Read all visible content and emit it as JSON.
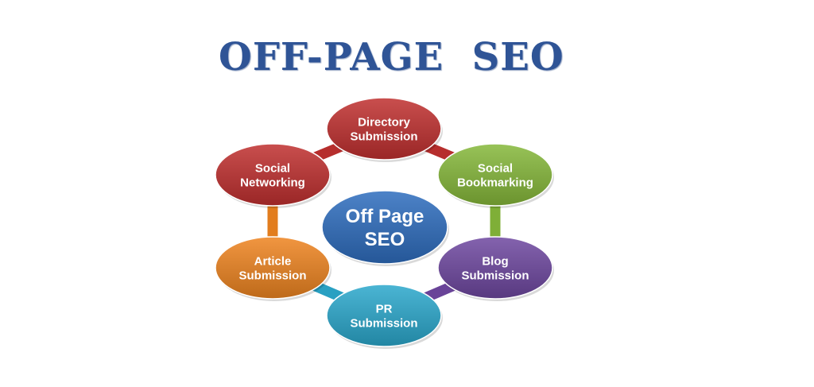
{
  "title": "OFF-PAGE  SEO",
  "center": {
    "line1": "Off Page",
    "line2": "SEO",
    "color": "#2E6DBE"
  },
  "nodes": [
    {
      "line1": "Directory",
      "line2": "Submission",
      "color": "#C0302F"
    },
    {
      "line1": "Social",
      "line2": "Bookmarking",
      "color": "#86B83A"
    },
    {
      "line1": "Blog",
      "line2": "Submission",
      "color": "#6E47A0"
    },
    {
      "line1": "PR",
      "line2": "Submission",
      "color": "#2BA8CC"
    },
    {
      "line1": "Article",
      "line2": "Submission",
      "color": "#EE8420"
    },
    {
      "line1": "Social",
      "line2": "Networking",
      "color": "#C0302F"
    }
  ]
}
